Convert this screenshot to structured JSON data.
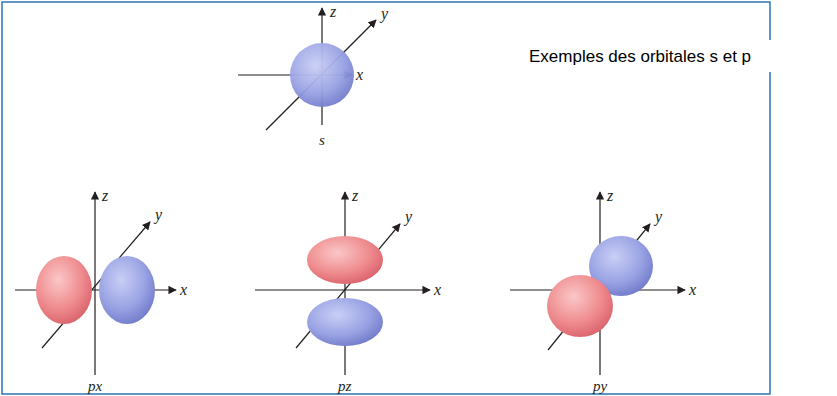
{
  "diagram": {
    "caption": "Exemples des orbitales s et p",
    "labels": [
      "z",
      "y",
      "x",
      "s",
      "z",
      "y",
      "x",
      "px",
      "z",
      "y",
      "x",
      "pz",
      "z",
      "y",
      "x",
      "py"
    ]
  }
}
